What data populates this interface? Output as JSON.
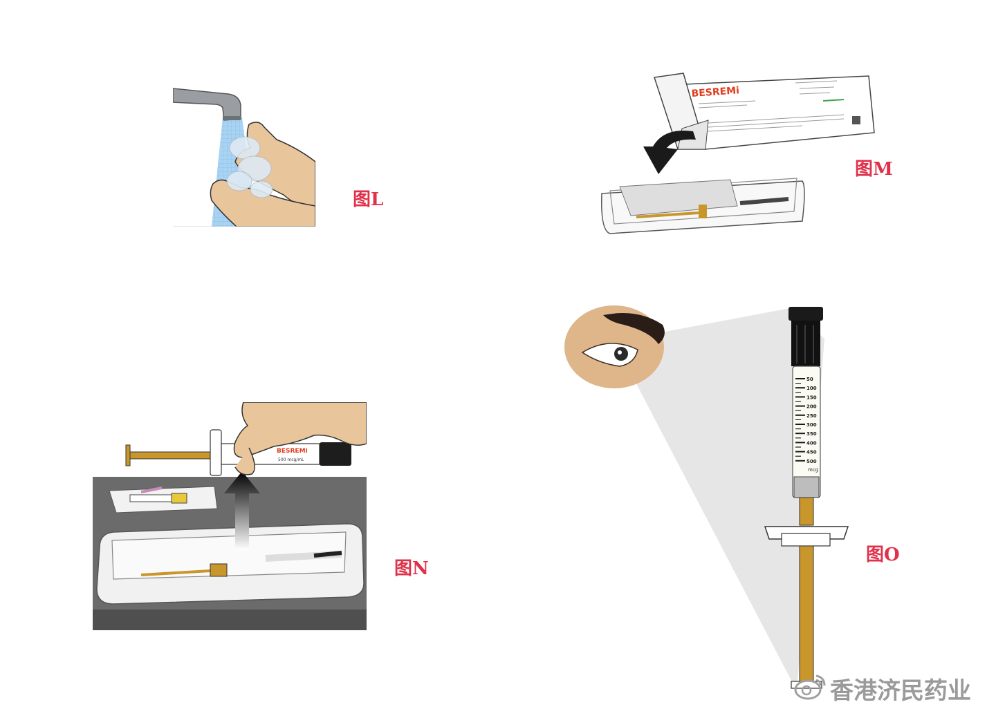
{
  "figures": {
    "L": {
      "label": "图L",
      "description_icon": "hand-washing-icon"
    },
    "M": {
      "label": "图M",
      "box_brand": "BESREMi",
      "description_icon": "carton-tray-icon"
    },
    "N": {
      "label": "图N",
      "syringe_brand": "BESREMi",
      "syringe_dose": "500 mcg/mL",
      "description_icon": "syringe-lift-icon"
    },
    "O": {
      "label": "图O",
      "description_icon": "eye-syringe-inspect-icon"
    }
  },
  "syringe_scale": {
    "ticks": [
      "50",
      "100",
      "150",
      "200",
      "250",
      "300",
      "350",
      "400",
      "450",
      "500"
    ],
    "unit": "mcg"
  },
  "watermark": {
    "text": "香港济民药业",
    "icon": "weibo-icon"
  },
  "colors": {
    "label_red": "#e0304a",
    "plunger_gold": "#c9962c",
    "skin": "#e9c59b",
    "water_blue": "#8fc3ea",
    "counter_gray": "#6b6b6b"
  }
}
